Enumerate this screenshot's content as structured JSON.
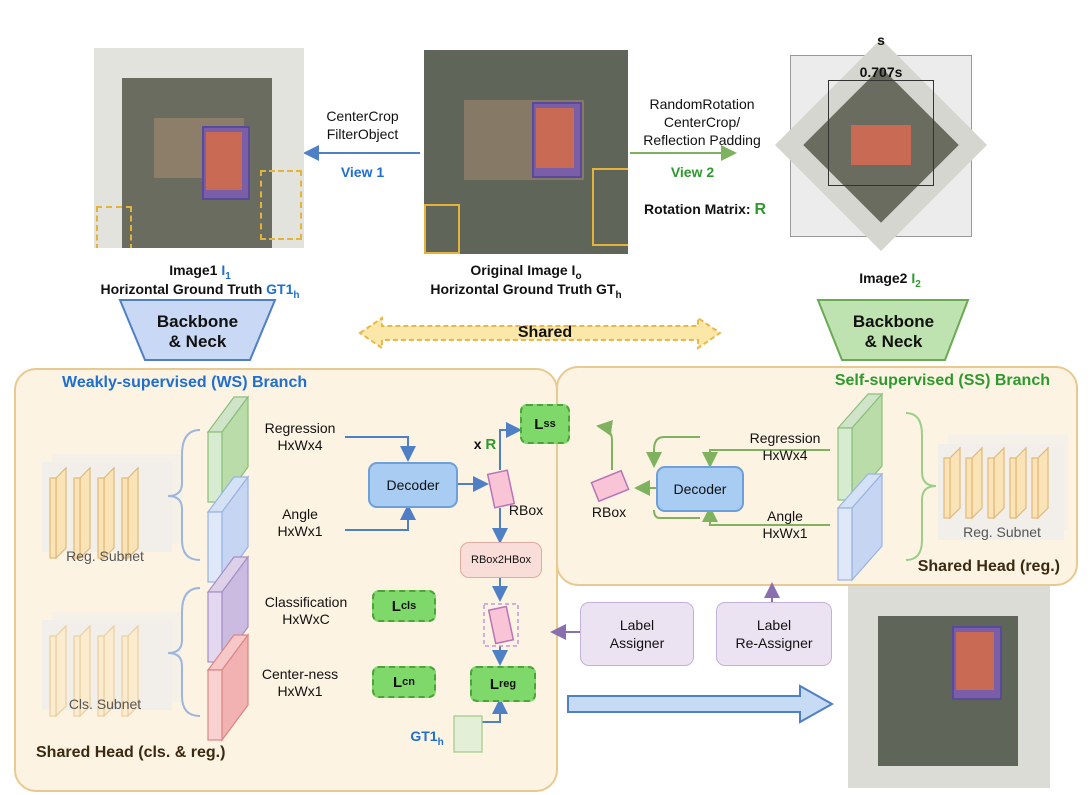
{
  "colors": {
    "view1": "#1e6fd0",
    "view2": "#2c9a2c",
    "panel_fill": "#fdf3e3",
    "panel_border": "#e8c98f",
    "loss_fill": "#7fd86a",
    "decoder_fill": "#a8ccf2",
    "assigner_fill": "#ece3f2"
  },
  "top": {
    "image1_line1": "Image1 ",
    "image1_sym": "I",
    "image1_sub": "1",
    "image1_line2": "Horizontal Ground Truth ",
    "image1_gt": "GT1",
    "image1_gt_sub": "h",
    "orig_line1": "Original Image I",
    "orig_line1_sub": "o",
    "orig_line2": "Horizontal Ground Truth GT",
    "orig_line2_sub": "h",
    "image2_line1": "Image2 ",
    "image2_sym": "I",
    "image2_sub": "2",
    "view1_ops_1": "CenterCrop",
    "view1_ops_2": "FilterObject",
    "view1_label": "View 1",
    "view2_ops_1": "RandomRotation",
    "view2_ops_2": "CenterCrop/",
    "view2_ops_3": "Reflection Padding",
    "view2_label": "View 2",
    "rotation_label": "Rotation Matrix: ",
    "rotation_sym": "R",
    "s_label": "s",
    "s707_label": "0.707s"
  },
  "backbone": {
    "left_line1": "Backbone",
    "left_line2": "& Neck",
    "right_line1": "Backbone",
    "right_line2": "& Neck",
    "shared": "Shared"
  },
  "ws": {
    "title": "Weakly-supervised (WS) Branch",
    "reg_subnet": "Reg. Subnet",
    "cls_subnet": "Cls. Subnet",
    "regression_1": "Regression",
    "regression_2": "HxWx4",
    "angle_1": "Angle",
    "angle_2": "HxWx1",
    "classification_1": "Classification",
    "classification_2": "HxWxC",
    "centerness_1": "Center-ness",
    "centerness_2": "HxWx1",
    "decoder": "Decoder",
    "rbox": "RBox",
    "rbox2hbox": "RBox2HBox",
    "xr_x": "x ",
    "xr_r": "R",
    "gt1": "GT1",
    "gt1_sub": "h",
    "footer": "Shared Head (cls. & reg.)"
  },
  "losses": {
    "lss": "L",
    "lss_sub": "ss",
    "lcls": "L",
    "lcls_sub": "cls",
    "lcn": "L",
    "lcn_sub": "cn",
    "lreg": "L",
    "lreg_sub": "reg"
  },
  "ss": {
    "title": "Self-supervised (SS) Branch",
    "regression_1": "Regression",
    "regression_2": "HxWx4",
    "angle_1": "Angle",
    "angle_2": "HxWx1",
    "decoder": "Decoder",
    "rbox": "RBox",
    "reg_subnet": "Reg. Subnet",
    "footer": "Shared Head (reg.)"
  },
  "assigners": {
    "label_assigner_1": "Label",
    "label_assigner_2": "Assigner",
    "reassigner_1": "Label",
    "reassigner_2": "Re-Assigner"
  }
}
